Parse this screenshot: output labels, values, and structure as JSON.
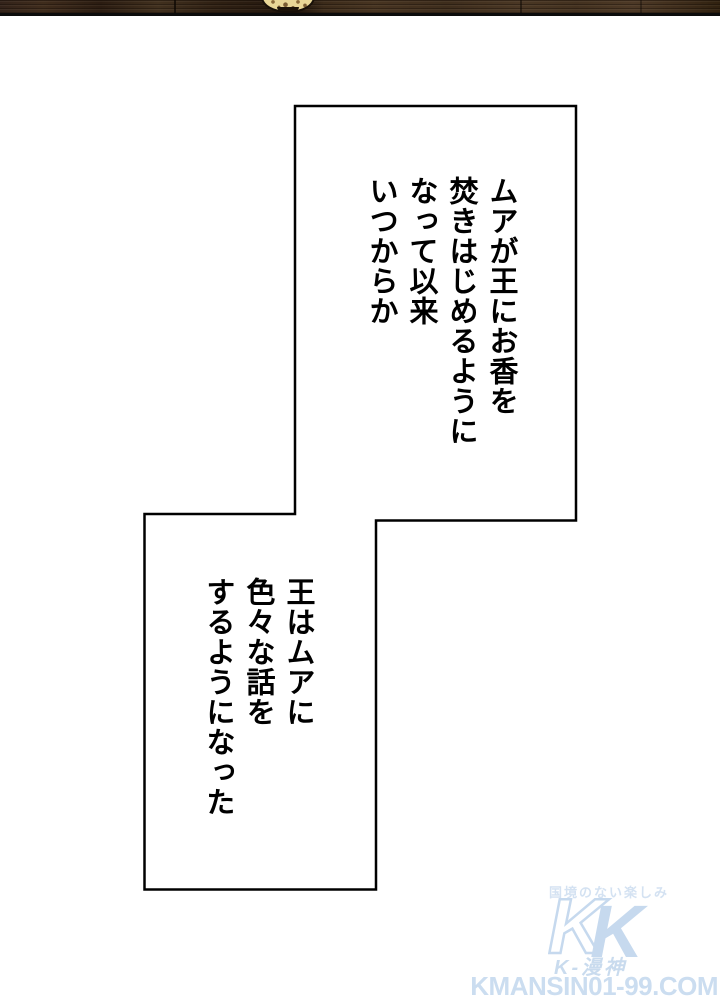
{
  "narration": {
    "box1": "ムアが王にお香を\n焚きはじめるように\nなって以来\nいつからか",
    "box2": "王はムアに\n色々な話を\nするようになった"
  },
  "watermark": {
    "tagline": "国境のない楽しみ",
    "logo_letter": "K",
    "brand": "K-漫神",
    "site": "KMANSIN01-99.COM",
    "color": "#c6d9ee"
  },
  "colors": {
    "page_background": "#ffffff",
    "bubble_outline": "#000000",
    "panel_wood": "#3c2b1a",
    "panel_edge": "#0c0c0c",
    "plate_gold": "#e8d697",
    "watermark_blue": "#cbddf0"
  }
}
